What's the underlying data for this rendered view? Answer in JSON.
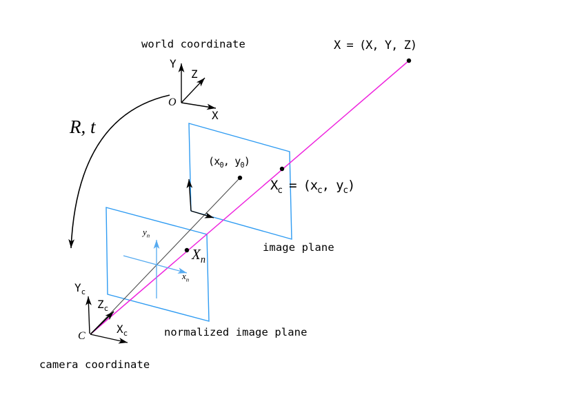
{
  "figure": {
    "labels": {
      "world_coordinate": "world coordinate",
      "camera_coordinate": "camera coordinate",
      "image_plane": "image plane",
      "normalized_image_plane": "normalized image plane",
      "transform": "R, t"
    },
    "world_axes": {
      "origin": "O",
      "y": "Y",
      "z": "Z",
      "x": "X"
    },
    "camera_axes": {
      "origin": "C",
      "y": {
        "base": "Y",
        "sub": "c"
      },
      "z": {
        "base": "Z",
        "sub": "c"
      },
      "x": {
        "base": "X",
        "sub": "c"
      }
    },
    "normalized_axes": {
      "y": {
        "base": "y",
        "sub": "n"
      },
      "x": {
        "base": "x",
        "sub": "n"
      }
    },
    "points": {
      "world": {
        "label": "X = (X, Y, Z)"
      },
      "image": {
        "p1": "X",
        "s1": "c",
        "p2": " = (x",
        "s2": "c",
        "p3": ", y",
        "s3": "c",
        "p4": ")"
      },
      "principal": {
        "p1": "(x",
        "s1": "0",
        "p2": ", y",
        "s2": "0",
        "p3": ")"
      },
      "normalized": {
        "p1": "X",
        "s1": "n"
      }
    },
    "colors": {
      "plane_stroke": "#2e9bf2",
      "normalized_axis": "#55aaf0",
      "ray": "#ee22dd",
      "optical_axis": "#4d4d4d",
      "ink": "#000000"
    }
  }
}
